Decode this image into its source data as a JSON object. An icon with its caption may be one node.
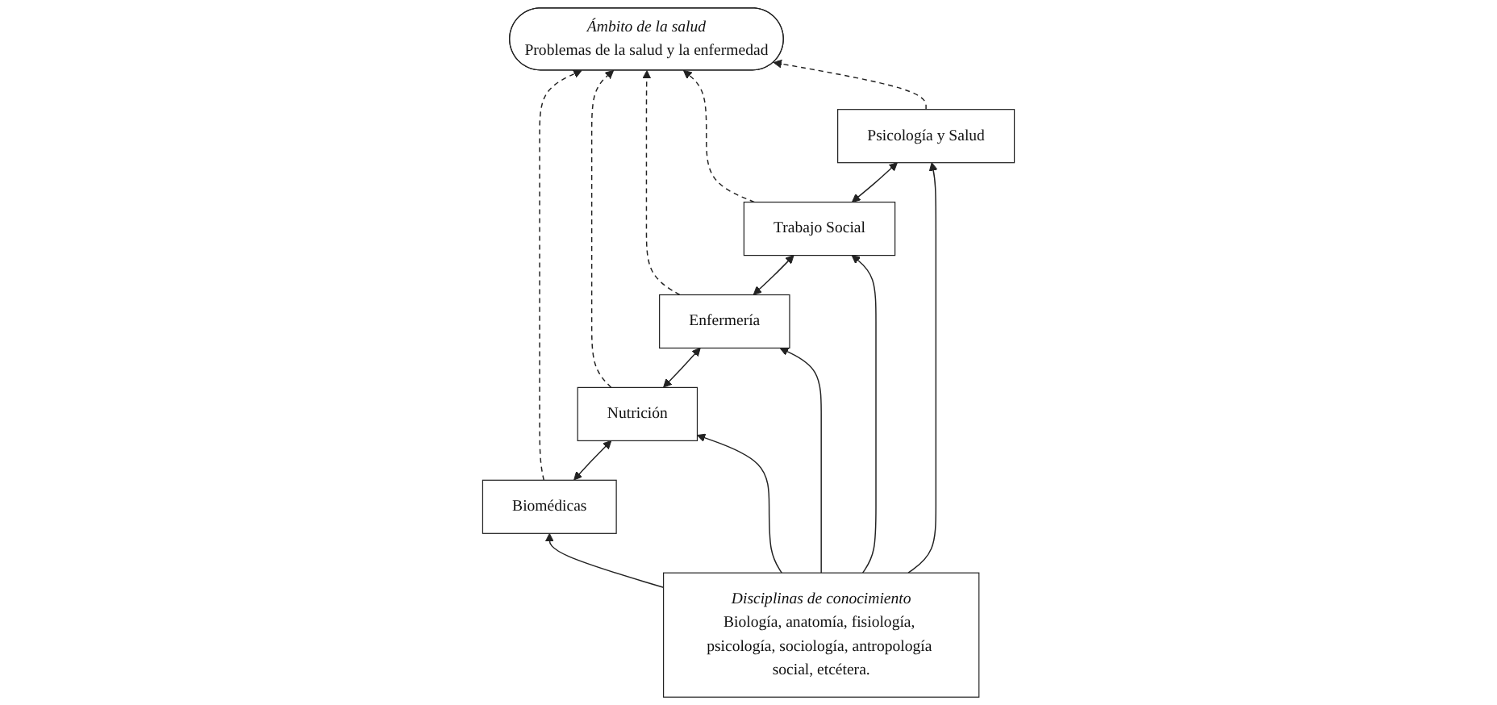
{
  "diagram": {
    "nodes": [
      {
        "text": [
          "Ámbito de la salud",
          "Problemas de la salud y la enfermedad"
        ]
      },
      {
        "text": [
          "Biomédicas"
        ]
      },
      {
        "text": [
          "Nutrición"
        ]
      },
      {
        "text": [
          "Enfermería"
        ]
      },
      {
        "text": [
          "Trabajo Social"
        ]
      },
      {
        "text": [
          "Psicología y Salud"
        ]
      },
      {
        "text": [
          "Disciplinas de conocimiento",
          "Biología, anatomía, fisiología, psicología, sociología, antropología social, etcétera."
        ]
      }
    ],
    "edges": [
      {
        "from": 1,
        "to": 0,
        "arrow": "to",
        "style": "dashed"
      },
      {
        "from": 2,
        "to": 0,
        "arrow": "to",
        "style": "dashed"
      },
      {
        "from": 3,
        "to": 0,
        "arrow": "to",
        "style": "dashed"
      },
      {
        "from": 4,
        "to": 0,
        "arrow": "to",
        "style": "dashed"
      },
      {
        "from": 5,
        "to": 0,
        "arrow": "to",
        "style": "dashed"
      },
      {
        "from": 1,
        "to": 2,
        "arrow": "both"
      },
      {
        "from": 2,
        "to": 3,
        "arrow": "both"
      },
      {
        "from": 3,
        "to": 4,
        "arrow": "both"
      },
      {
        "from": 4,
        "to": 5,
        "arrow": "both"
      },
      {
        "from": 6,
        "to": 1,
        "arrow": "to"
      },
      {
        "from": 6,
        "to": 2,
        "arrow": "to"
      },
      {
        "from": 6,
        "to": 3,
        "arrow": "to"
      },
      {
        "from": 6,
        "to": 4,
        "arrow": "to"
      },
      {
        "from": 6,
        "to": 5,
        "arrow": "to"
      }
    ]
  }
}
